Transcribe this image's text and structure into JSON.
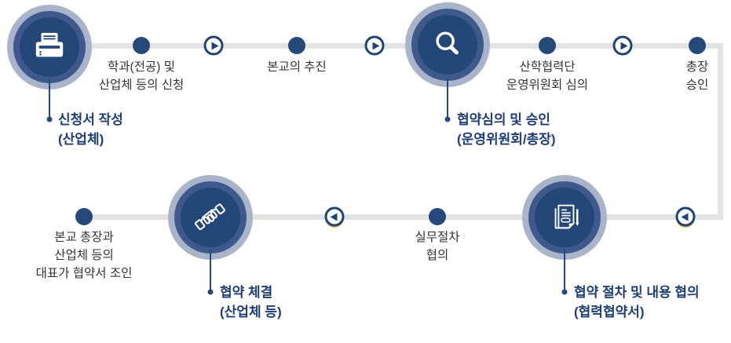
{
  "colors": {
    "circle_core": "#24477a",
    "circle_mid_ring": "#3e5a8c",
    "circle_outer_ring": "#a9b4cb",
    "step_dot": "#26497c",
    "flow_line": "#e3e3e3",
    "accent_label": "#1d3e78",
    "body_text": "#333333",
    "arrow_navy": "#1f4474",
    "arrow_glow": "#e5ad4e"
  },
  "milestones": [
    {
      "id": "application",
      "icon": "printer-icon",
      "title_line1": "신청서 작성",
      "title_line2": "(산업체)"
    },
    {
      "id": "review-approval",
      "icon": "magnifier-icon",
      "title_line1": "협약심의 및 승인",
      "title_line2": "(운영위원회/총장)"
    },
    {
      "id": "procedure-consult",
      "icon": "document-pen-icon",
      "title_line1": "협약 절차 및 내용 협의",
      "title_line2": "(협력협약서)"
    },
    {
      "id": "signing",
      "icon": "handshake-icon",
      "title_line1": "협약 체결",
      "title_line2": "(산업체 등)"
    }
  ],
  "substeps": [
    {
      "lines": [
        "학과(전공) 및",
        "산업체 등의 신청"
      ]
    },
    {
      "lines": [
        "본교의 추진"
      ]
    },
    {
      "lines": [
        "산학협력단",
        "운영위원회 심의"
      ]
    },
    {
      "lines": [
        "총장",
        "승인"
      ]
    },
    {
      "lines": [
        "실무절차",
        "협의"
      ]
    },
    {
      "lines": [
        "본교 총장과",
        "산업체 등의",
        "대표가 협약서 조인"
      ]
    }
  ]
}
